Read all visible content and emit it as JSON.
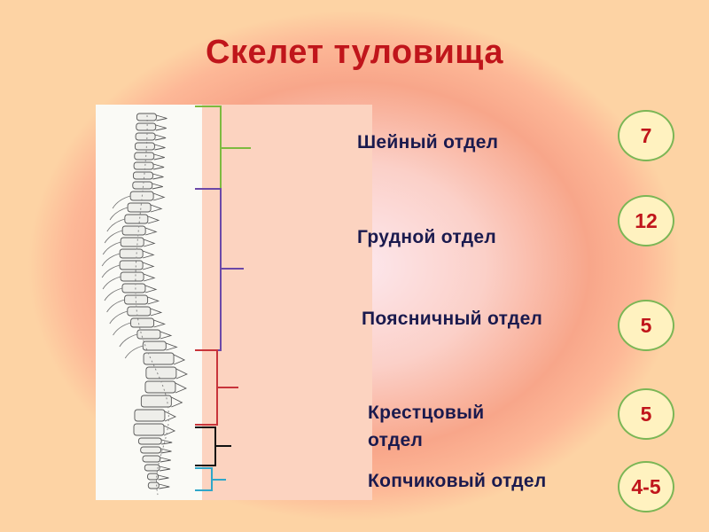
{
  "title": "Скелет туловища",
  "sections": [
    {
      "id": "cervical",
      "label": "Шейный отдел",
      "count": "7",
      "color": "#7dba3f"
    },
    {
      "id": "thoracic",
      "label": "Грудной отдел",
      "count": "12",
      "color": "#6b48a8"
    },
    {
      "id": "lumbar",
      "label": "Поясничный отдел",
      "count": "5",
      "color": "#c8343a"
    },
    {
      "id": "sacral",
      "label": "Крестцовый отдел",
      "count": "5",
      "color": "#111111"
    },
    {
      "id": "coccygeal",
      "label": "Копчиковый отдел",
      "count": "4-5",
      "color": "#2fa6c9"
    }
  ],
  "colors": {
    "title": "#c0151b",
    "label": "#1a1a4e",
    "badge_fill": "#fff2c0",
    "badge_border": "#7bb655",
    "badge_text": "#c0151b",
    "panel": "#fcd3c0"
  }
}
